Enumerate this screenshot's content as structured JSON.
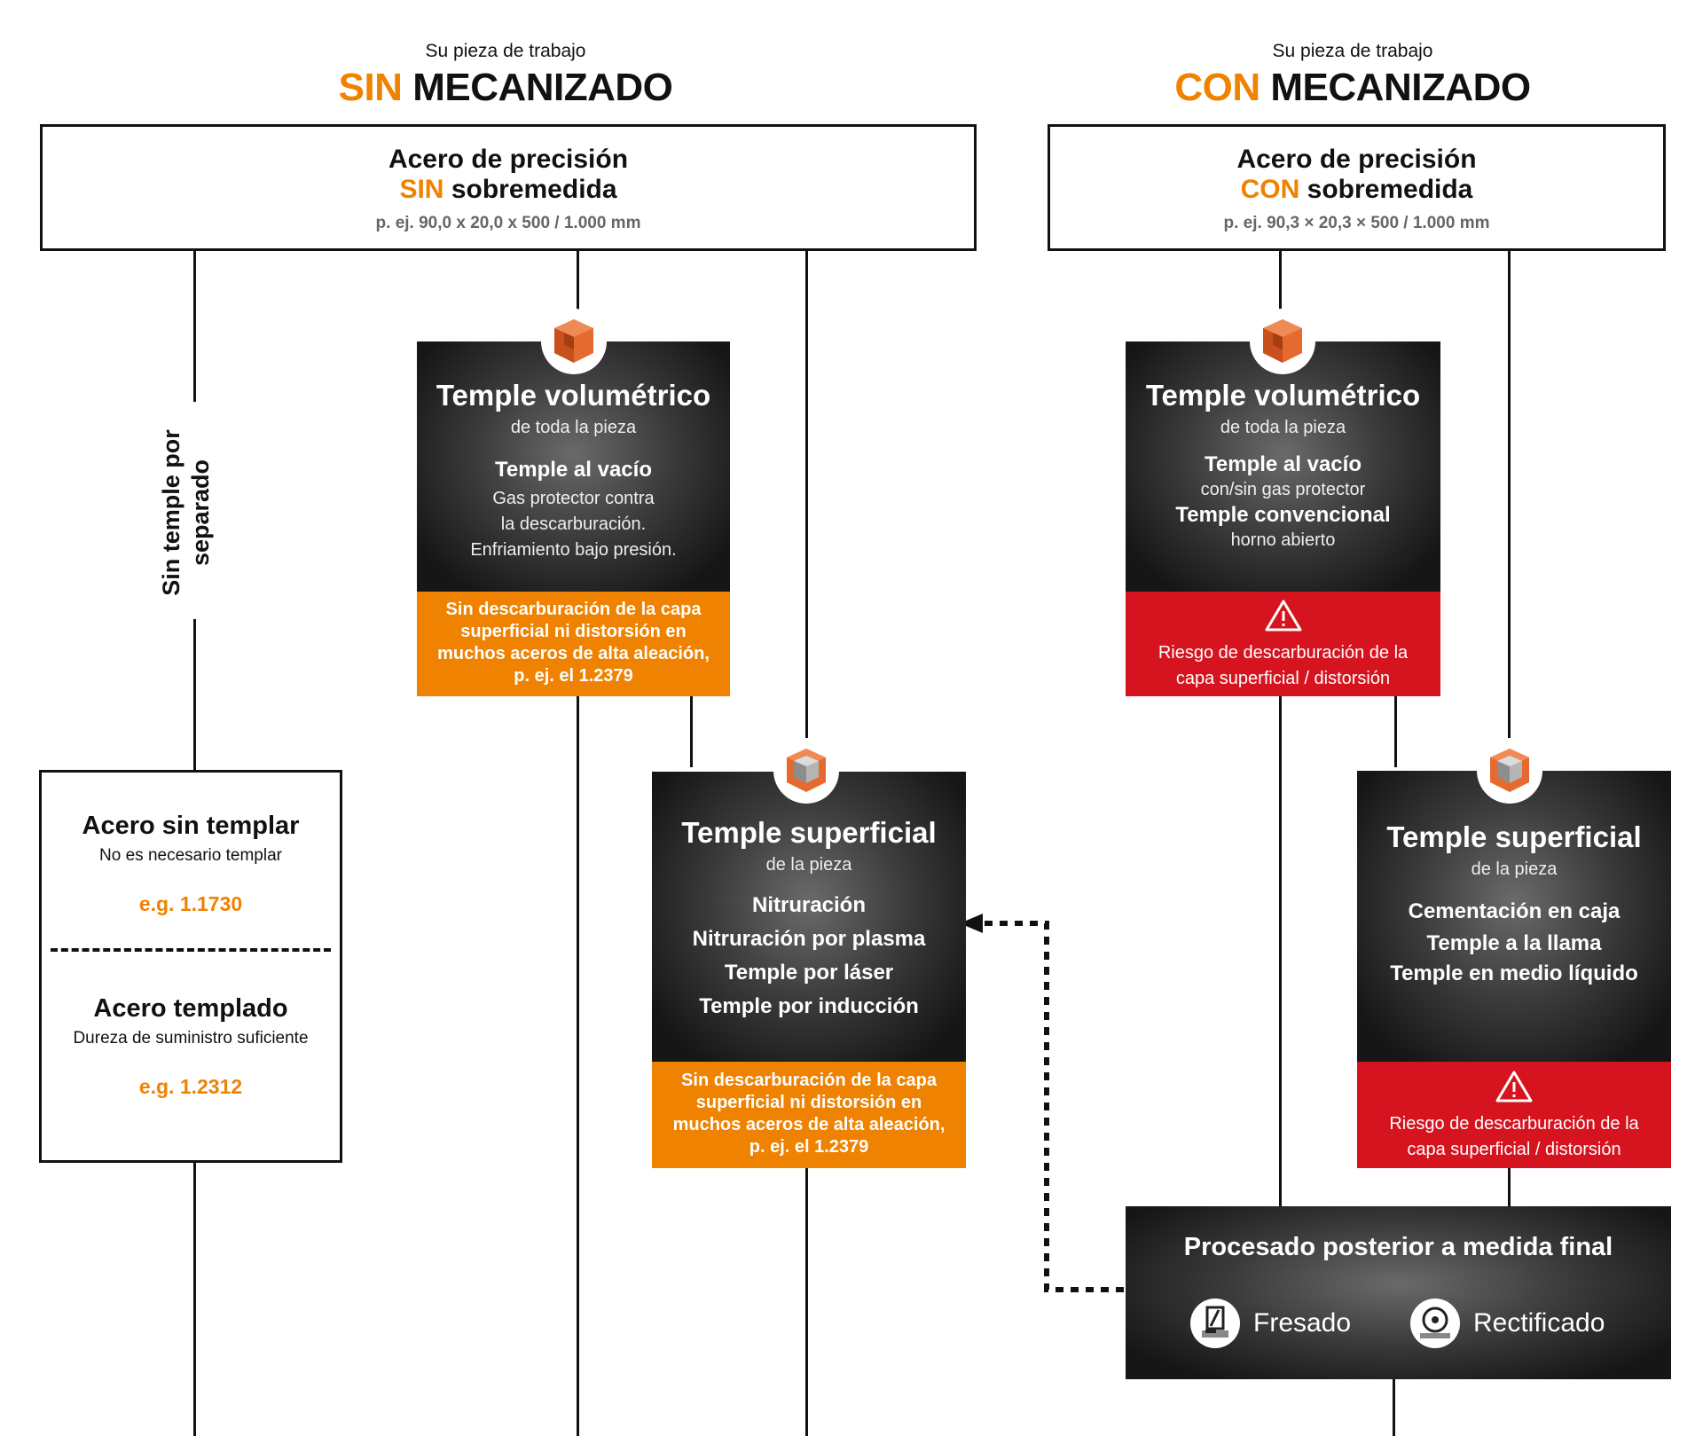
{
  "left_column": {
    "kicker": "Su pieza de trabajo",
    "title_accent": "SIN",
    "title_rest": "MECANIZADO",
    "top_box": {
      "line1": "Acero de precisión",
      "line2_accent": "SIN",
      "line2_rest": "sobremedida",
      "line3": "p. ej. 90,0 x 20,0 x 500 / 1.000 mm"
    },
    "side_label": "Sin temple por separado",
    "steel_box": {
      "title1": "Acero sin templar",
      "sub1": "No es necesario templar",
      "example1": "e.g. 1.1730",
      "title2": "Acero templado",
      "sub2": "Dureza de suministro suficiente",
      "example2": "e.g. 1.2312"
    },
    "vol_box": {
      "icon": "orange-cube-icon",
      "title": "Temple volumétrico",
      "subtitle": "de toda la pieza",
      "method": "Temple al vacío",
      "desc1": "Gas protector contra",
      "desc2": "la descarburación.",
      "desc3": "Enfriamiento bajo presión.",
      "note1": "Sin descarburación de la capa",
      "note2": "superficial ni distorsión en",
      "note3": "muchos aceros de alta aleación,",
      "note4": "p. ej. el 1.2379"
    },
    "surf_box": {
      "icon": "grey-core-cube-icon",
      "title": "Temple superficial",
      "subtitle": "de la pieza",
      "m1": "Nitruración",
      "m2": "Nitruración por plasma",
      "m3": "Temple por láser",
      "m4": "Temple por inducción",
      "note1": "Sin descarburación de la capa",
      "note2": "superficial ni distorsión en",
      "note3": "muchos aceros de alta aleación,",
      "note4": "p. ej. el 1.2379"
    }
  },
  "right_column": {
    "kicker": "Su pieza de trabajo",
    "title_accent": "CON",
    "title_rest": "MECANIZADO",
    "top_box": {
      "line1": "Acero de precisión",
      "line2_accent": "CON",
      "line2_rest": "sobremedida",
      "line3": "p. ej. 90,3 × 20,3 × 500 / 1.000 mm"
    },
    "vol_box": {
      "icon": "orange-cube-icon",
      "title": "Temple volumétrico",
      "subtitle": "de toda la pieza",
      "m1": "Temple al vacío",
      "m1_desc": "con/sin gas protector",
      "m2": "Temple convencional",
      "m2_desc": "horno abierto",
      "warn_icon": "warning-triangle-icon",
      "warn1": "Riesgo de descarburación de la",
      "warn2": "capa superficial / distorsión"
    },
    "surf_box": {
      "icon": "grey-core-cube-icon",
      "title": "Temple superficial",
      "subtitle": "de la pieza",
      "m1": "Cementación en caja",
      "m2": "Temple a la llama",
      "m3": "Temple en medio líquido",
      "warn_icon": "warning-triangle-icon",
      "warn1": "Riesgo de descarburación de la",
      "warn2": "capa superficial / distorsión"
    },
    "post_box": {
      "title": "Procesado posterior a medida final",
      "opt1_icon": "milling-icon",
      "opt1": "Fresado",
      "opt2_icon": "grinding-icon",
      "opt2": "Rectificado"
    }
  },
  "colors": {
    "accent_orange": "#ef8200",
    "warning_red": "#d6141f",
    "dark_box": "#1a1a1a"
  }
}
